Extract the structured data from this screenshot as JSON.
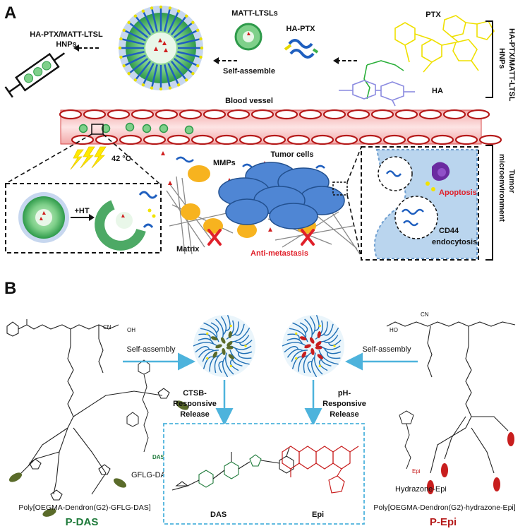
{
  "panel_a": {
    "letter": "A",
    "hnps_label": "HA-PTX/MATT-LTSL",
    "hnps_label2": "HNPs",
    "matt_ltsls": "MATT-LTSLs",
    "ha_ptx": "HA-PTX",
    "ptx": "PTX",
    "ha": "HA",
    "self_assemble": "Self-assemble",
    "blood_vessel": "Blood vessel",
    "temperature": "42 °C",
    "mmps": "MMPs",
    "tumor_cells": "Tumor cells",
    "ht": "+HT",
    "matrix": "Matrix",
    "anti_metastasis": "Anti-metastasis",
    "apoptosis": "Apoptosis",
    "cd44": "CD44",
    "endocytosis": "endocytosis",
    "side_top_1": "HA-PTX/MATT-LTSL",
    "side_top_2": "HNPs",
    "side_bottom_1": "Tumor",
    "side_bottom_2": "microenvironment",
    "colors": {
      "vessel": "#f7c6c6",
      "cell": "#b9d4ee",
      "micelle": "#2e9a4a",
      "ptx": "#f2e300",
      "ha": "#8a8ae0",
      "red_text": "#e0202a"
    }
  },
  "panel_b": {
    "letter": "B",
    "self_assembly_left": "Self-assembly",
    "self_assembly_right": "Self-assembly",
    "ctsb_1": "CTSB-",
    "ctsb_2": "Responsive",
    "ctsb_3": "Release",
    "ph_1": "pH-",
    "ph_2": "Responsive",
    "ph_3": "Release",
    "gflg_das": "GFLG-DAS",
    "das_small": "DAS",
    "hydrazone_epi": "Hydrazone-Epi",
    "epi_small": "Epi",
    "das": "DAS",
    "epi": "Epi",
    "poly_left": "Poly[OEGMA-Dendron(G2)-GFLG-DAS]",
    "poly_right": "Poly[OEGMA-Dendron(G2)-hydrazone-Epi]",
    "p_das": "P-DAS",
    "p_epi": "P-Epi",
    "cn_left": "CN",
    "cn_right": "CN",
    "oh_left": "OH",
    "ho_right": "HO",
    "colors": {
      "arrow": "#4db3dc",
      "das_green": "#1e7a3a",
      "epi_red": "#c81e1e",
      "box": "#4db3dc"
    }
  }
}
